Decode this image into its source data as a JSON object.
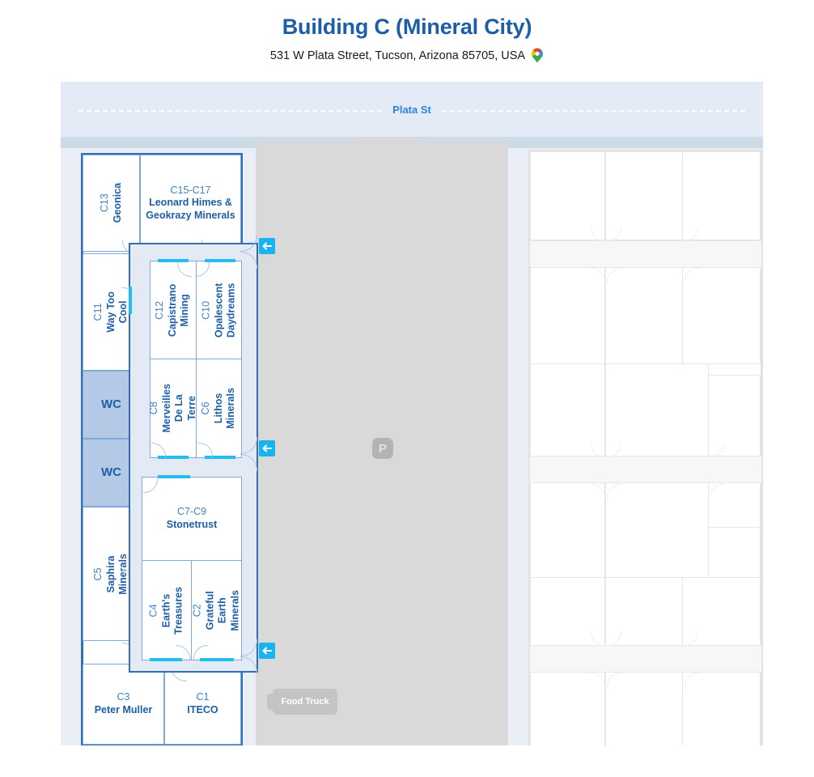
{
  "header": {
    "title_main": "Building C",
    "title_paren": "(Mineral City)",
    "address": "531 W Plata Street, Tucson, Arizona 85705, USA",
    "pin_icon": "google-maps-pin-icon",
    "title_color": "#1c5ea8"
  },
  "map": {
    "street_label": "Plata St",
    "parking_badge": "P",
    "food_truck_label": "Food Truck",
    "entrance_icon": "left-arrow-icon",
    "colors": {
      "building_outline": "#2f6fb8",
      "room_label": "#1d5fa6",
      "unit_code": "#3d82c4",
      "corridor_fill": "#e4eaf4",
      "wc_fill": "#b4c9e5",
      "parking_fill": "#d9d9d9",
      "street_fill": "#e4ebf6",
      "door_marker": "#22bdf0",
      "neighbour_outline": "#e2e2e2"
    }
  },
  "units": [
    {
      "code": "C13",
      "name": "Geonica",
      "rotated": true
    },
    {
      "code": "C15-C17",
      "name": "Leonard Himes & Geokrazy Minerals",
      "rotated": false
    },
    {
      "code": "C11",
      "name": "Way Too Cool",
      "rotated": true
    },
    {
      "code": "",
      "name": "WC",
      "rotated": false
    },
    {
      "code": "",
      "name": "WC",
      "rotated": false
    },
    {
      "code": "C5",
      "name": "Saphira Minerals",
      "rotated": true
    },
    {
      "code": "C12",
      "name": "Capistrano Mining",
      "rotated": true
    },
    {
      "code": "C10",
      "name": "Opalescent Daydreams",
      "rotated": true
    },
    {
      "code": "C8",
      "name": "Merveilles De La Terre",
      "rotated": true
    },
    {
      "code": "C6",
      "name": "Lithos Minerals",
      "rotated": true
    },
    {
      "code": "C7-C9",
      "name": "Stonetrust",
      "rotated": false
    },
    {
      "code": "C4",
      "name": "Earth's Treasures",
      "rotated": true
    },
    {
      "code": "C2",
      "name": "Grateful Earth Minerals",
      "rotated": true
    },
    {
      "code": "C3",
      "name": "Peter Muller",
      "rotated": false
    },
    {
      "code": "C1",
      "name": "ITECO",
      "rotated": false
    }
  ]
}
